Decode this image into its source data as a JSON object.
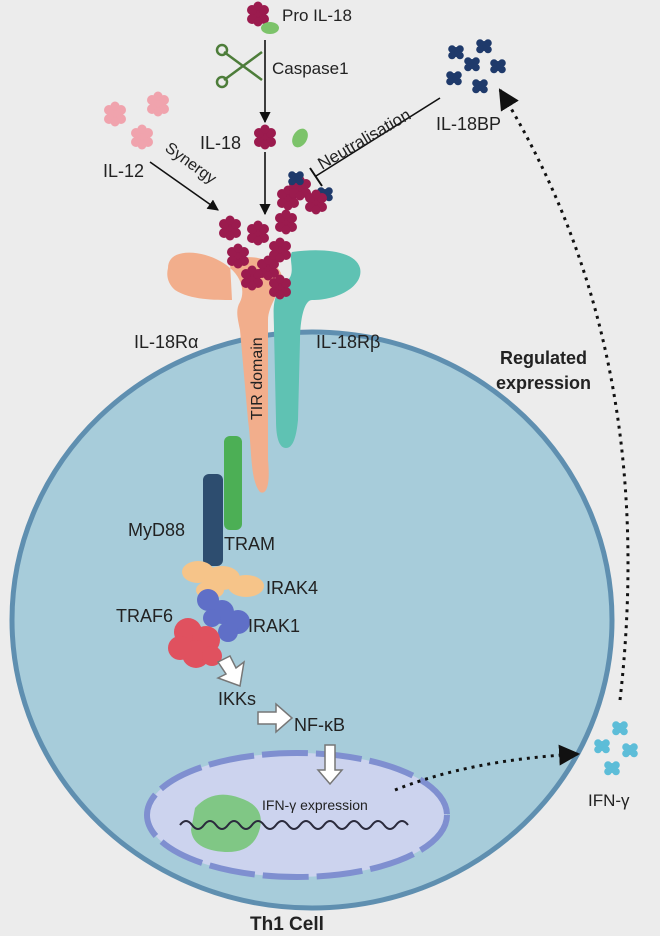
{
  "labels": {
    "pro_il18": "Pro IL-18",
    "caspase1": "Caspase1",
    "il18": "IL-18",
    "il12": "IL-12",
    "synergy": "Synergy",
    "neutralisation": "Neutralisation",
    "il18bp": "IL-18BP",
    "il18r_alpha": "IL-18Rα",
    "il18r_beta": "IL-18Rβ",
    "tir_domain": "TIR domain",
    "regulated_expression_line1": "Regulated",
    "regulated_expression_line2": "expression",
    "myd88": "MyD88",
    "tram": "TRAM",
    "irak4": "IRAK4",
    "irak1": "IRAK1",
    "traf6": "TRAF6",
    "ikks": "IKKs",
    "nfkb": "NF-κB",
    "ifng_expression": "IFN-γ expression",
    "ifng": "IFN-γ",
    "th1_cell": "Th1 Cell"
  },
  "colors": {
    "il18": "#9b1b4e",
    "il12": "#f0a3ad",
    "il18bp": "#1f3a6b",
    "receptor_alpha": "#f2ae8c",
    "receptor_beta": "#5fc2b3",
    "cell": "#a7ccda",
    "cell_border": "#5f8fb0",
    "nucleus": "#ccd3ee",
    "myd88": "#2d4d6f",
    "tram": "#4caf55",
    "irak4": "#f6c489",
    "irak1": "#5f6fc7",
    "traf6": "#e0515f",
    "ifng": "#5dbdd8",
    "caspase": "#7cc36a"
  }
}
